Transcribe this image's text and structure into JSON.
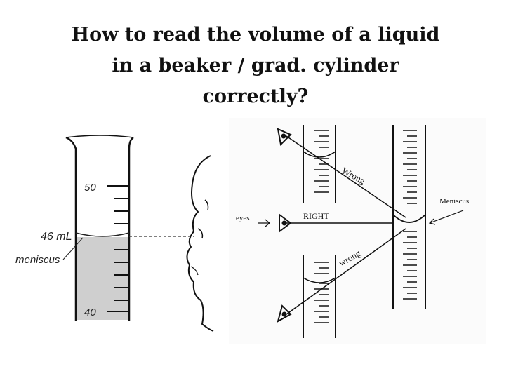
{
  "title": {
    "line1": "How to read the volume of a liquid",
    "line2": "in a beaker / grad. cylinder",
    "line3": "correctly?"
  },
  "left_diagram": {
    "label_50": "50",
    "label_40": "40",
    "label_46": "46 mL",
    "label_meniscus": "meniscus"
  },
  "right_diagram": {
    "label_wrong_top": "Wrong",
    "label_wrong_bottom": "wrong",
    "label_right": "RIGHT",
    "label_eyes": "eyes",
    "label_meniscus": "Meniscus"
  }
}
